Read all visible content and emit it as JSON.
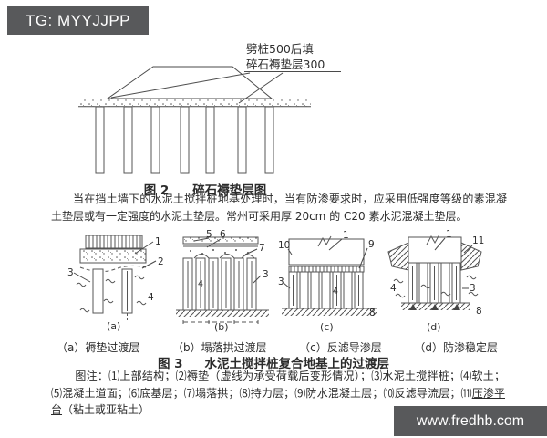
{
  "badges": {
    "top": "TG: MYYJJPP",
    "bottom": "www.fredhb.com",
    "bg_color": "#58595b",
    "text_color": "#ffffff"
  },
  "figure2": {
    "annotation_line1": "劈桩500后填",
    "annotation_line2": "碎石褥垫层300",
    "caption_label": "图 2",
    "caption_title": "碎石褥垫层图"
  },
  "paragraph": "当在挡土墙下的水泥土搅拌桩地基处理时，当有防渗要求时，应采用低强度等级的素混凝土垫层或有一定强度的水泥土垫层。常州可采用厚 20cm 的 C20 素水泥混凝土垫层。",
  "figure3": {
    "caption_label": "图 3",
    "caption_title": "水泥土搅拌桩复合地基上的过渡层",
    "subfigures": [
      {
        "tag": "(a)",
        "caption": "（a）褥垫过渡层",
        "callouts": [
          "1",
          "2",
          "3",
          "4"
        ]
      },
      {
        "tag": "(b)",
        "caption": "（b）塌落拱过渡层",
        "callouts": [
          "5",
          "6",
          "7",
          "3",
          "4"
        ]
      },
      {
        "tag": "(c)",
        "caption": "（c）反滤导渗层",
        "callouts": [
          "1",
          "9",
          "10",
          "3",
          "4",
          "8"
        ]
      },
      {
        "tag": "(d)",
        "caption": "（d）防渗稳定层",
        "callouts": [
          "1",
          "11",
          "4",
          "3",
          "8"
        ]
      }
    ]
  },
  "notes": {
    "prefix": "图注：⑴上部结构；⑵褥垫（虚线为承受荷载后变形情况）；⑶水泥土搅拌桩；⑷软土；⑸混凝土道面；⑹底基层；⑺塌落拱；⑻持力层；⑼防水混凝土层；⑽反滤导流层；⑾",
    "underlined": "压渗平台",
    "suffix": "（粘土或亚粘土）"
  },
  "colors": {
    "diagram_line": "#4a4a4a",
    "text": "#2b2b2b"
  }
}
